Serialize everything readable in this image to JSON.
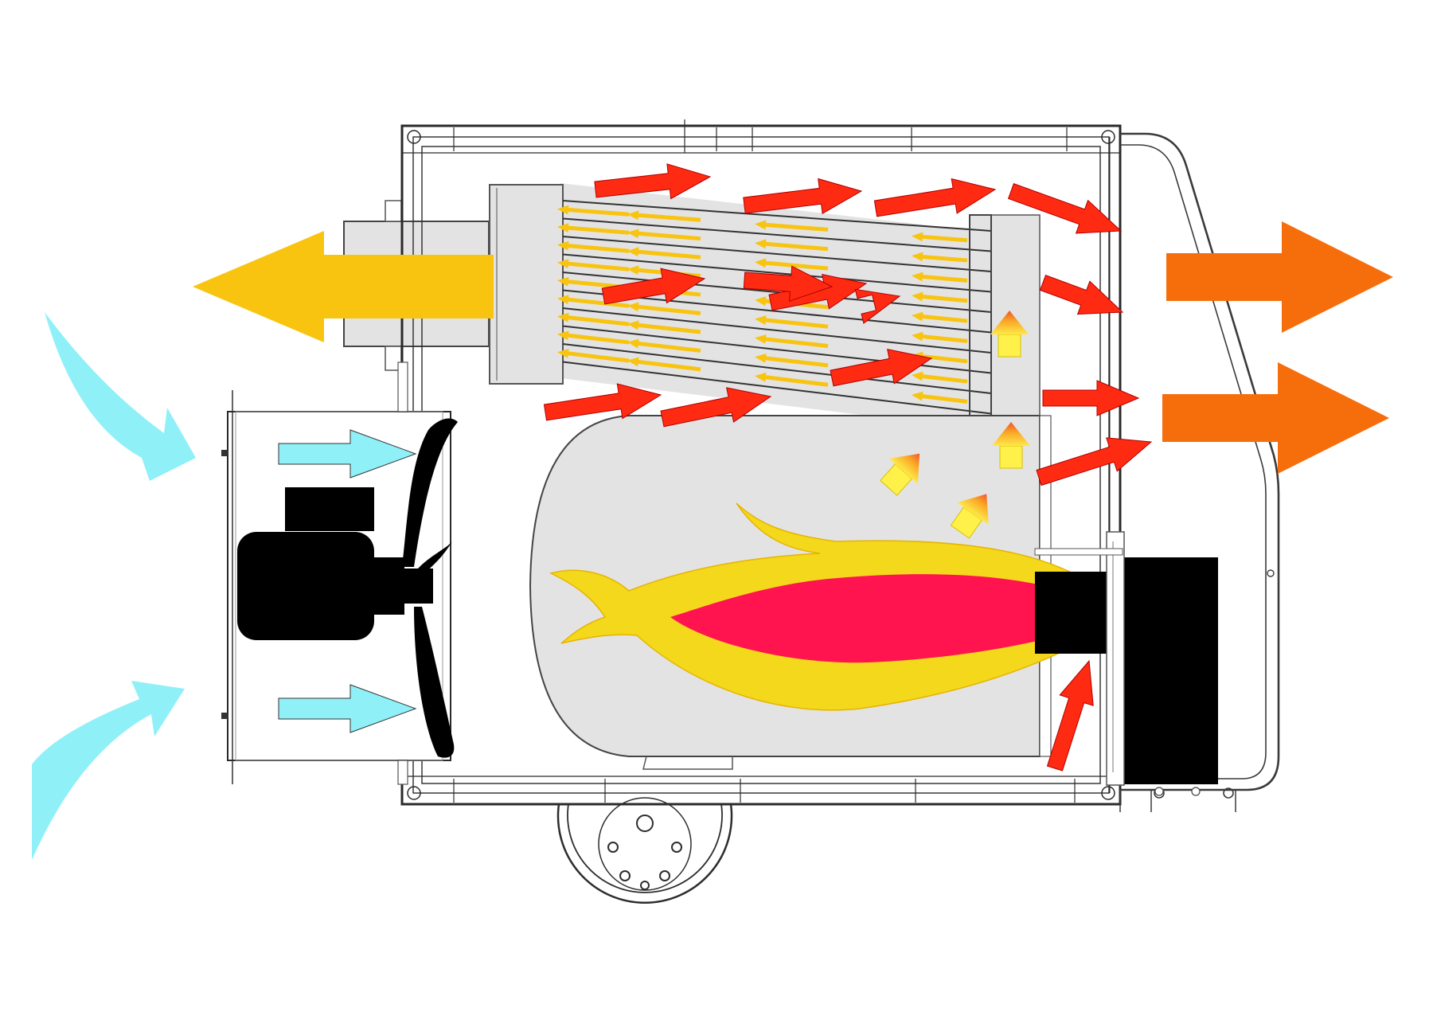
{
  "diagram": {
    "kind": "indirect-fired air heater cross-section",
    "colors": {
      "background": "#ffffff",
      "outline": "#333333",
      "chamber_fill": "#e3e3e3",
      "intake_air": "#90f0f8",
      "combustion_flow": "#ff2a12",
      "flue_gas": "#f8c410",
      "warm_air_out": "#f66e0c",
      "flame_outer": "#f4d81c",
      "flame_core": "#ff1450",
      "mechanism": "#000000"
    },
    "components": [
      {
        "name": "housing",
        "icon": "housing-frame"
      },
      {
        "name": "fan-motor",
        "icon": "motor-icon"
      },
      {
        "name": "fan-blades",
        "icon": "fan-icon"
      },
      {
        "name": "combustion-chamber",
        "icon": "chamber"
      },
      {
        "name": "heat-exchanger",
        "icon": "tube-bank"
      },
      {
        "name": "burner",
        "icon": "burner-icon"
      },
      {
        "name": "flame",
        "icon": "flame-icon"
      },
      {
        "name": "chimney-outlet",
        "icon": "flue-icon"
      },
      {
        "name": "wheel",
        "icon": "wheel-icon"
      },
      {
        "name": "handle",
        "icon": "handle-icon"
      }
    ],
    "flows": [
      {
        "name": "cold-air-intake",
        "color_key": "intake_air",
        "count": 4
      },
      {
        "name": "hot-combustion-gas",
        "color_key": "combustion_flow",
        "count": 18
      },
      {
        "name": "flue-gas",
        "color_key": "flue_gas",
        "count": 40
      },
      {
        "name": "warm-air-output",
        "color_key": "warm_air_out",
        "count": 2
      }
    ]
  }
}
